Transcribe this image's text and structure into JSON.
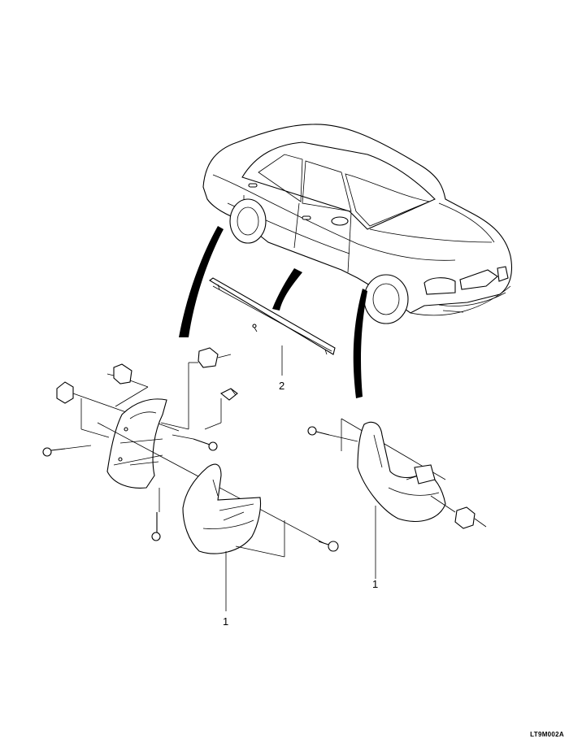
{
  "diagram": {
    "callouts": {
      "mud_guard_left": "1",
      "mud_guard_right": "1",
      "rocker_molding": "2"
    },
    "reference_code": "LT9M002A"
  }
}
